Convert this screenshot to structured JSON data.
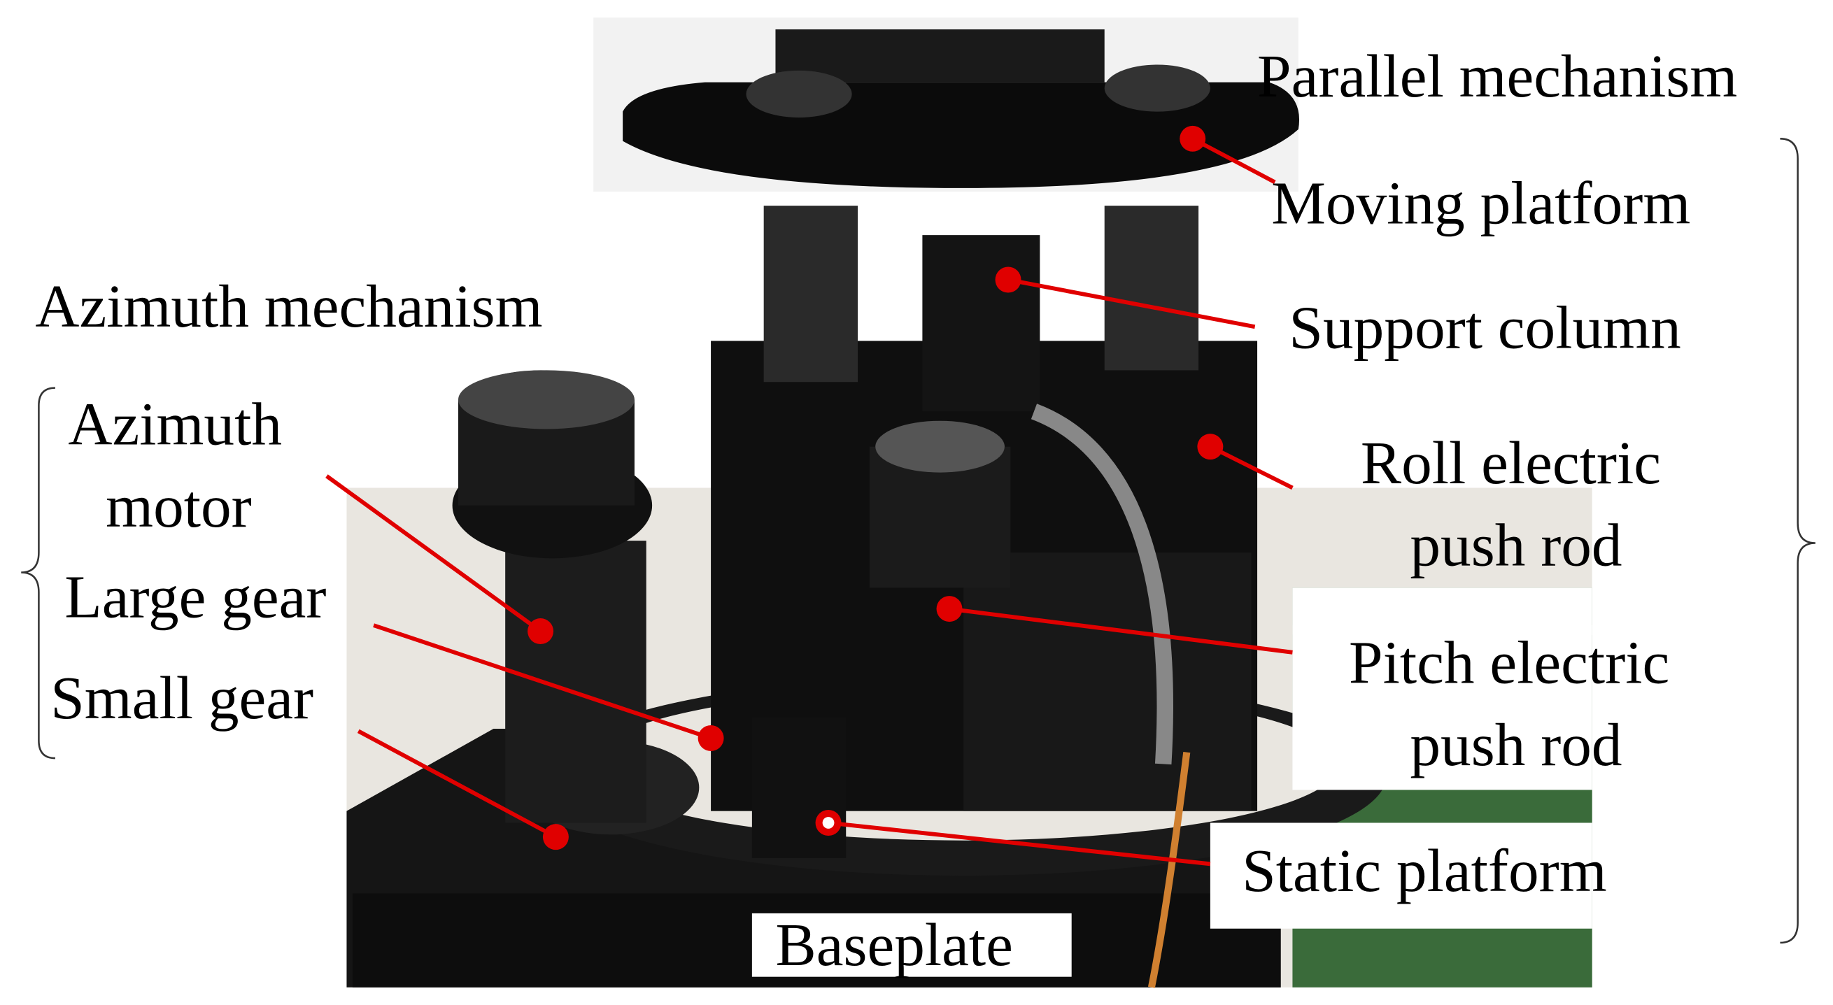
{
  "figure": {
    "labels": {
      "parallel_mechanism": "Parallel mechanism",
      "moving_platform": "Moving platform",
      "support_column": "Support column",
      "azimuth_mechanism": "Azimuth mechanism",
      "azimuth_motor_line1": "Azimuth",
      "azimuth_motor_line2": "motor",
      "large_gear": "Large gear",
      "small_gear": "Small gear",
      "roll_line1": "Roll electric",
      "roll_line2": "push rod",
      "pitch_line1": "Pitch electric",
      "pitch_line2": "push rod",
      "static_platform": "Static platform",
      "baseplate": "Baseplate"
    },
    "colors": {
      "leader": "#e00000",
      "mechanism": "#111111"
    }
  }
}
